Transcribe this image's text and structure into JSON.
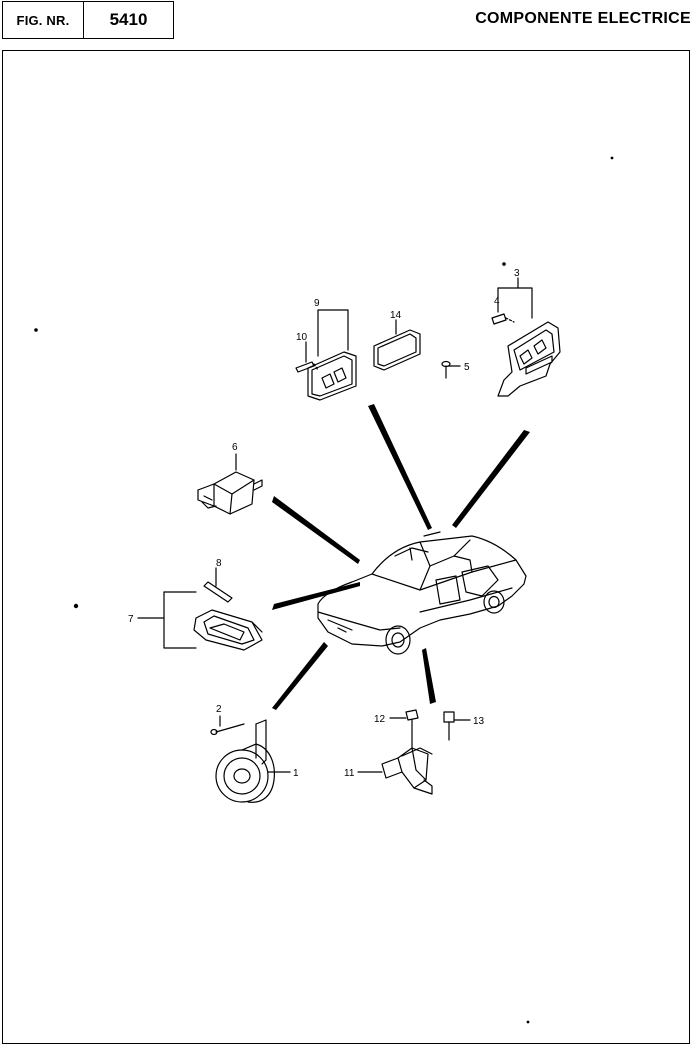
{
  "header": {
    "fig_label": "FIG. NR.",
    "fig_number": "5410",
    "title": "COMPONENTE ELECTRICE"
  },
  "callouts": {
    "c1": "1",
    "c2": "2",
    "c3": "3",
    "c4": "4",
    "c5": "5",
    "c6": "6",
    "c7": "7",
    "c8": "8",
    "c9": "9",
    "c10": "10",
    "c11": "11",
    "c12": "12",
    "c13": "13",
    "c14": "14"
  }
}
